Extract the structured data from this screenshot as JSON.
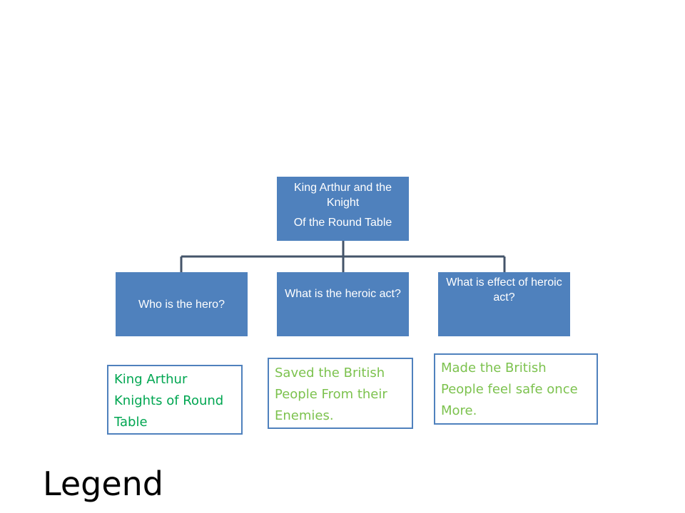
{
  "diagram": {
    "root": {
      "line1": "King Arthur and the Knight",
      "line2": "Of the Round Table"
    },
    "children": [
      {
        "label": "Who is the hero?"
      },
      {
        "label": "What is the heroic act?"
      },
      {
        "label": "What is effect of heroic act?"
      }
    ],
    "notes": [
      {
        "lines": [
          "King Arthur",
          "Knights of Round",
          "Table"
        ]
      },
      {
        "lines": [
          "Saved the British",
          "People From their",
          "Enemies."
        ]
      },
      {
        "lines": [
          "Made the British",
          "People feel safe once",
          "More."
        ]
      }
    ]
  },
  "legend": "Legend",
  "colors": {
    "box_fill": "#4f81bd",
    "note_green_dark": "#00a651",
    "note_green_light": "#7cc24e"
  }
}
